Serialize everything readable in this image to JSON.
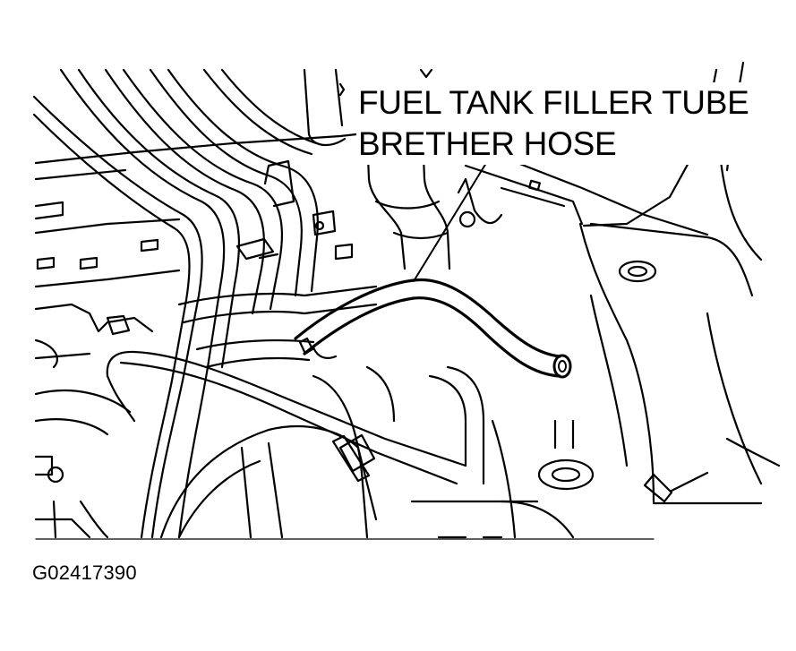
{
  "callout": {
    "line1": "FUEL TANK FILLER TUBE",
    "line2": "BRETHER HOSE"
  },
  "figure_id": "G02417390",
  "colors": {
    "ink": "#000000",
    "paper": "#ffffff"
  }
}
